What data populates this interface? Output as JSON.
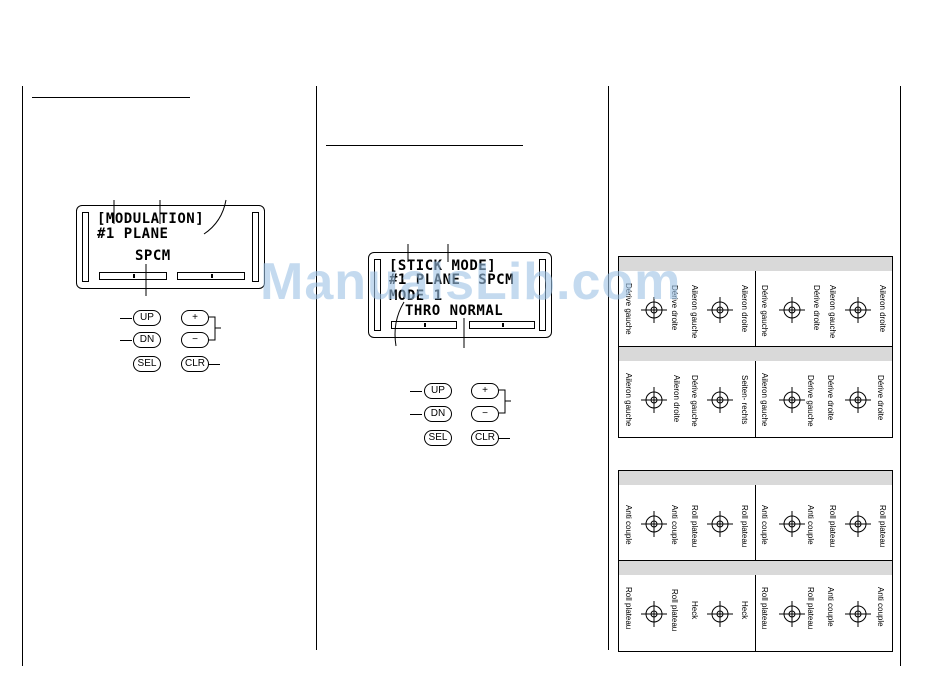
{
  "left_panel": {
    "lcd_lines": [
      "[MODULATION]",
      "#1 PLANE",
      "SPCM"
    ],
    "keys": [
      "UP",
      "+",
      "DN",
      "−",
      "SEL",
      "CLR"
    ]
  },
  "middle_panel": {
    "lcd_lines": [
      "[STICK MODE]",
      "#1 PLANE  SPCM",
      "MODE 1",
      "THRO NORMAL"
    ],
    "keys": [
      "UP",
      "+",
      "DN",
      "−",
      "SEL",
      "CLR"
    ]
  },
  "airplane_grid": [
    {
      "labels": [
        "Dérive gauche",
        "Dérive droite",
        "Aileron gauche",
        "Aileron droite"
      ]
    },
    {
      "labels": [
        "Dérive gauche",
        "Dérive droite",
        "Aileron gauche",
        "Aileron droite"
      ]
    },
    {
      "labels": [
        "Aileron gauche",
        "Aileron droite",
        "Dérive gauche",
        "Seiten- rechts"
      ]
    },
    {
      "labels": [
        "Aileron gauche",
        "Dérive gauche",
        "Dérive droite",
        "Dérive droite"
      ]
    }
  ],
  "heli_grid": [
    {
      "labels": [
        "Anti couple",
        "Anti couple",
        "Roll plateau",
        "Roll plateau"
      ]
    },
    {
      "labels": [
        "Anti couple",
        "Anti couple",
        "Roll plateau",
        "Roll plateau"
      ]
    },
    {
      "labels": [
        "Roll plateau",
        "Roll plateau",
        "Heck",
        "Heck"
      ]
    },
    {
      "labels": [
        "Roll plateau",
        "Roll plateau",
        "Anti couple",
        "Anti couple"
      ]
    }
  ],
  "watermark": "ManualsLib.com"
}
